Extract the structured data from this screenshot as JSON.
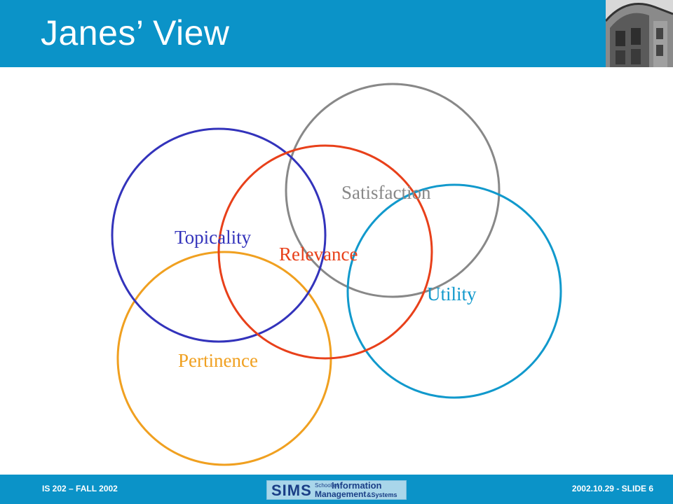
{
  "slide": {
    "title": "Janes’ View"
  },
  "diagram": {
    "circles": [
      {
        "name": "topicality",
        "label": "Topicality",
        "color": "#3333bb"
      },
      {
        "name": "satisfaction",
        "label": "Satisfaction",
        "color": "#888888"
      },
      {
        "name": "relevance",
        "label": "Relevance",
        "color": "#e8401a"
      },
      {
        "name": "utility",
        "label": "Utility",
        "color": "#1199cc"
      },
      {
        "name": "pertinence",
        "label": "Pertinence",
        "color": "#f0a020"
      }
    ]
  },
  "footer": {
    "left": "IS 202 – FALL 2002",
    "right": "2002.10.29 - SLIDE 6",
    "logo": {
      "sims": "SIMS",
      "school_of": "School of",
      "information": "Information",
      "management": "Management",
      "systems": "&Systems"
    }
  },
  "colors": {
    "header": "#0b93c8",
    "footer": "#0b93c8"
  }
}
